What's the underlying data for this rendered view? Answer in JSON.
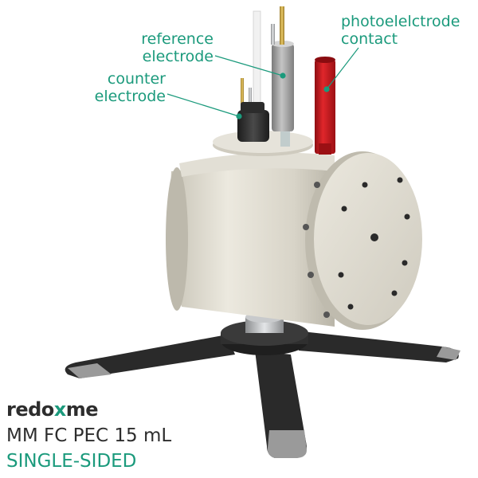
{
  "labels": {
    "reference_line1": "reference",
    "reference_line2": "electrode",
    "counter_line1": "counter",
    "counter_line2": "electrode",
    "photo_line1": "photoelelctrode",
    "photo_line2": "contact"
  },
  "branding": {
    "logo_part1": "redo",
    "logo_part2": "x",
    "logo_part3": "me",
    "product_name": "MM FC PEC 15 mL",
    "variant": "SINGLE-SIDED"
  },
  "colors": {
    "accent": "#1b9a7c",
    "body": "#d9d5c9",
    "contact_red": "#c0171b",
    "stand": "#2a2a2a",
    "text_dark": "#2d2d2d"
  }
}
